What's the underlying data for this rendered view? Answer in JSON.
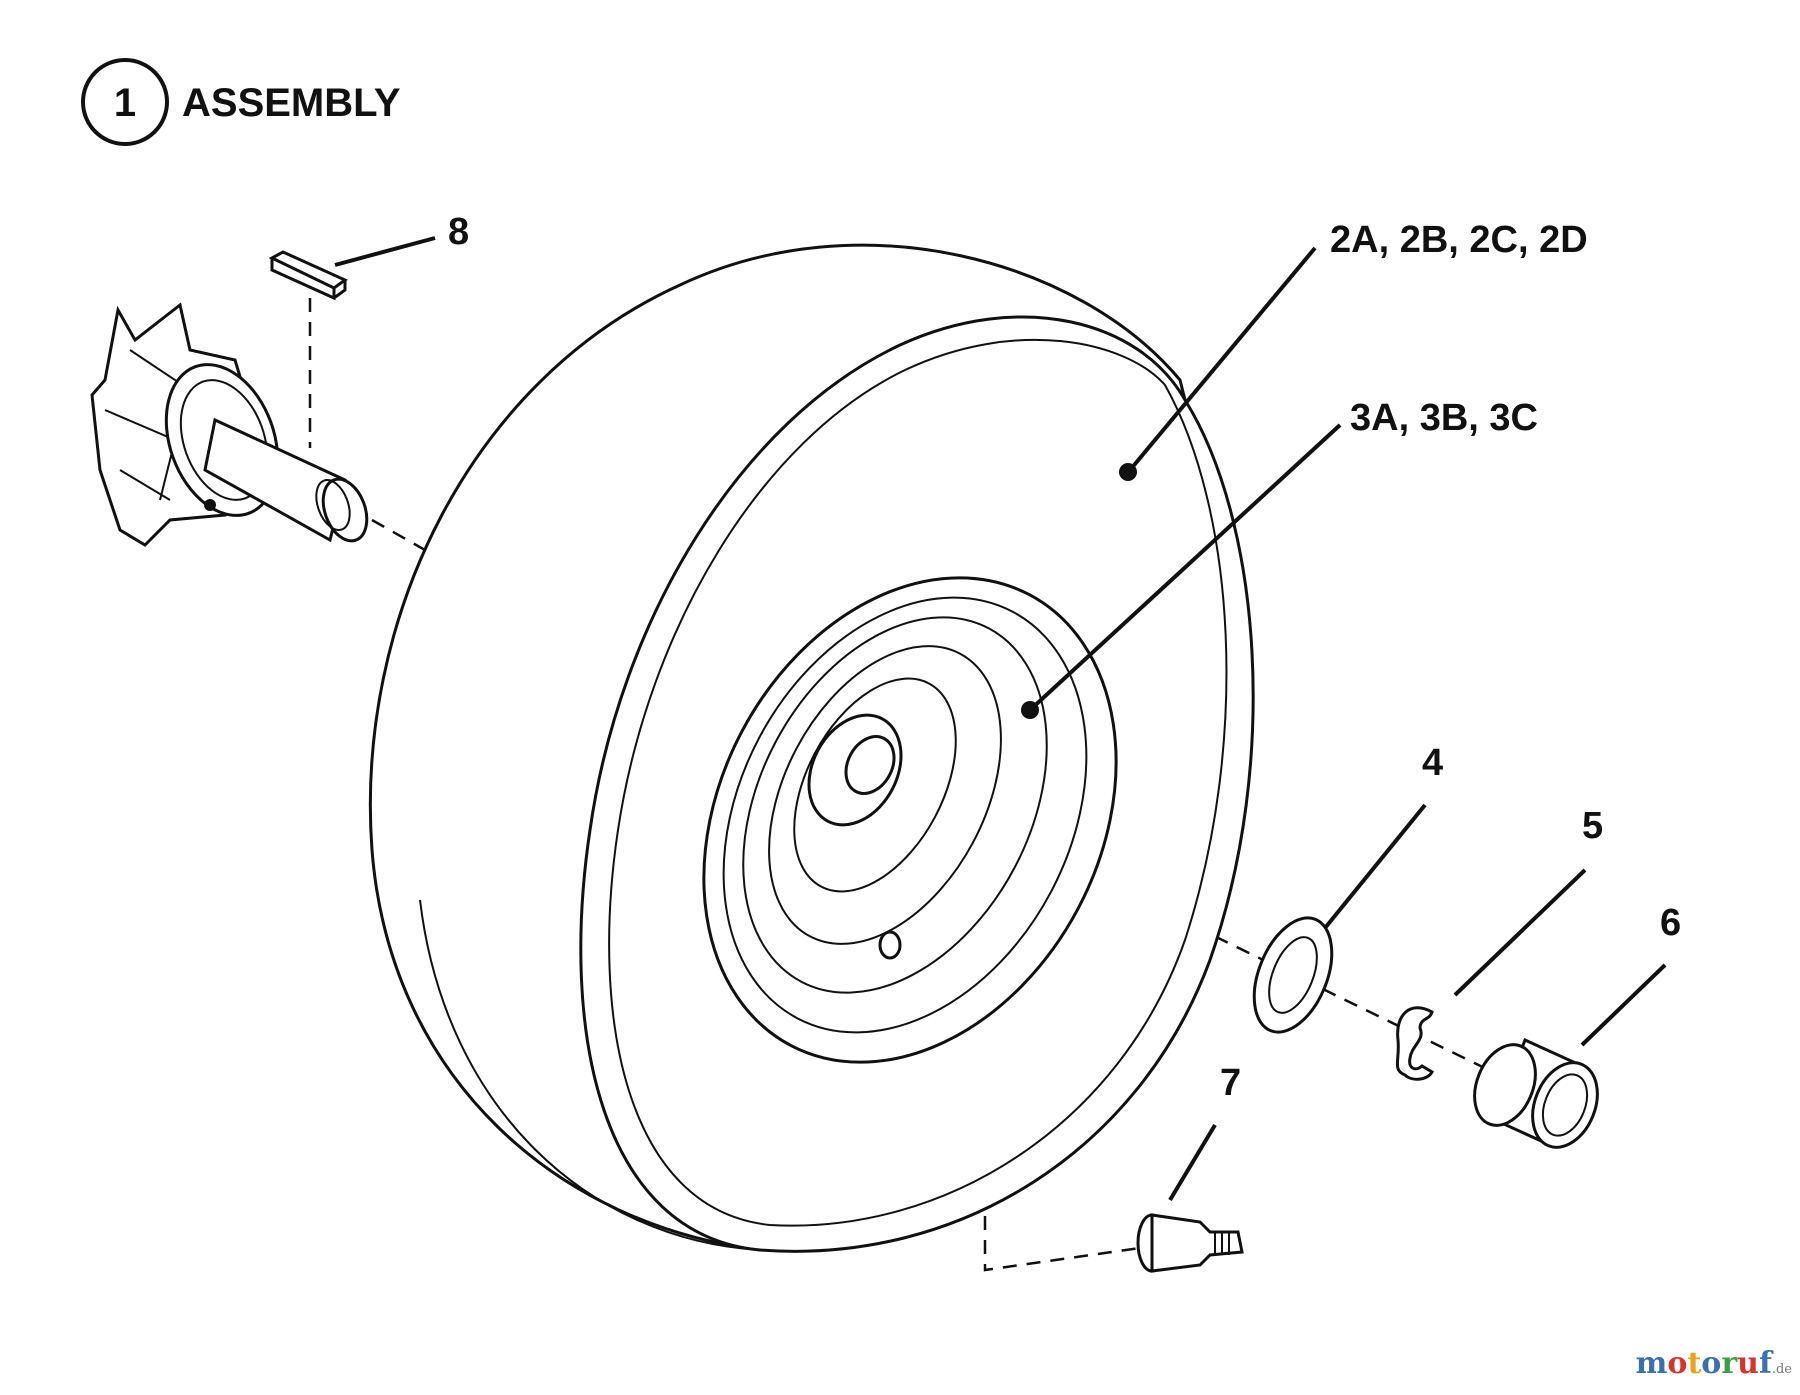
{
  "header": {
    "index_number": "1",
    "title": "ASSEMBLY"
  },
  "callouts": {
    "tire": "2A, 2B, 2C, 2D",
    "rim": "3A, 3B, 3C",
    "washer": "4",
    "retaining_ring": "5",
    "bearing": "6",
    "valve_stem": "7",
    "key": "8"
  },
  "watermark": {
    "letters": [
      "m",
      "o",
      "t",
      "o",
      "r",
      "u",
      "f"
    ],
    "letter_colors": [
      "#3a6fb0",
      "#d6342c",
      "#e8a317",
      "#3a6fb0",
      "#3aa047",
      "#d6342c",
      "#3a6fb0"
    ],
    "tld": ".de"
  }
}
